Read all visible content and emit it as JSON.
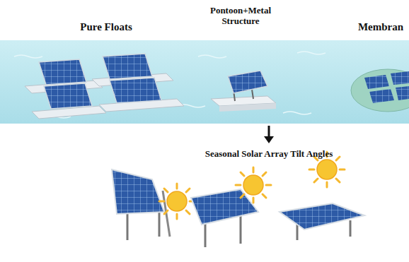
{
  "diagram": {
    "labels": [
      "Pure Floats",
      "Pontoon+Metal Structure",
      "Membran",
      "Seasonal Solar Array Tilt Angles"
    ]
  }
}
